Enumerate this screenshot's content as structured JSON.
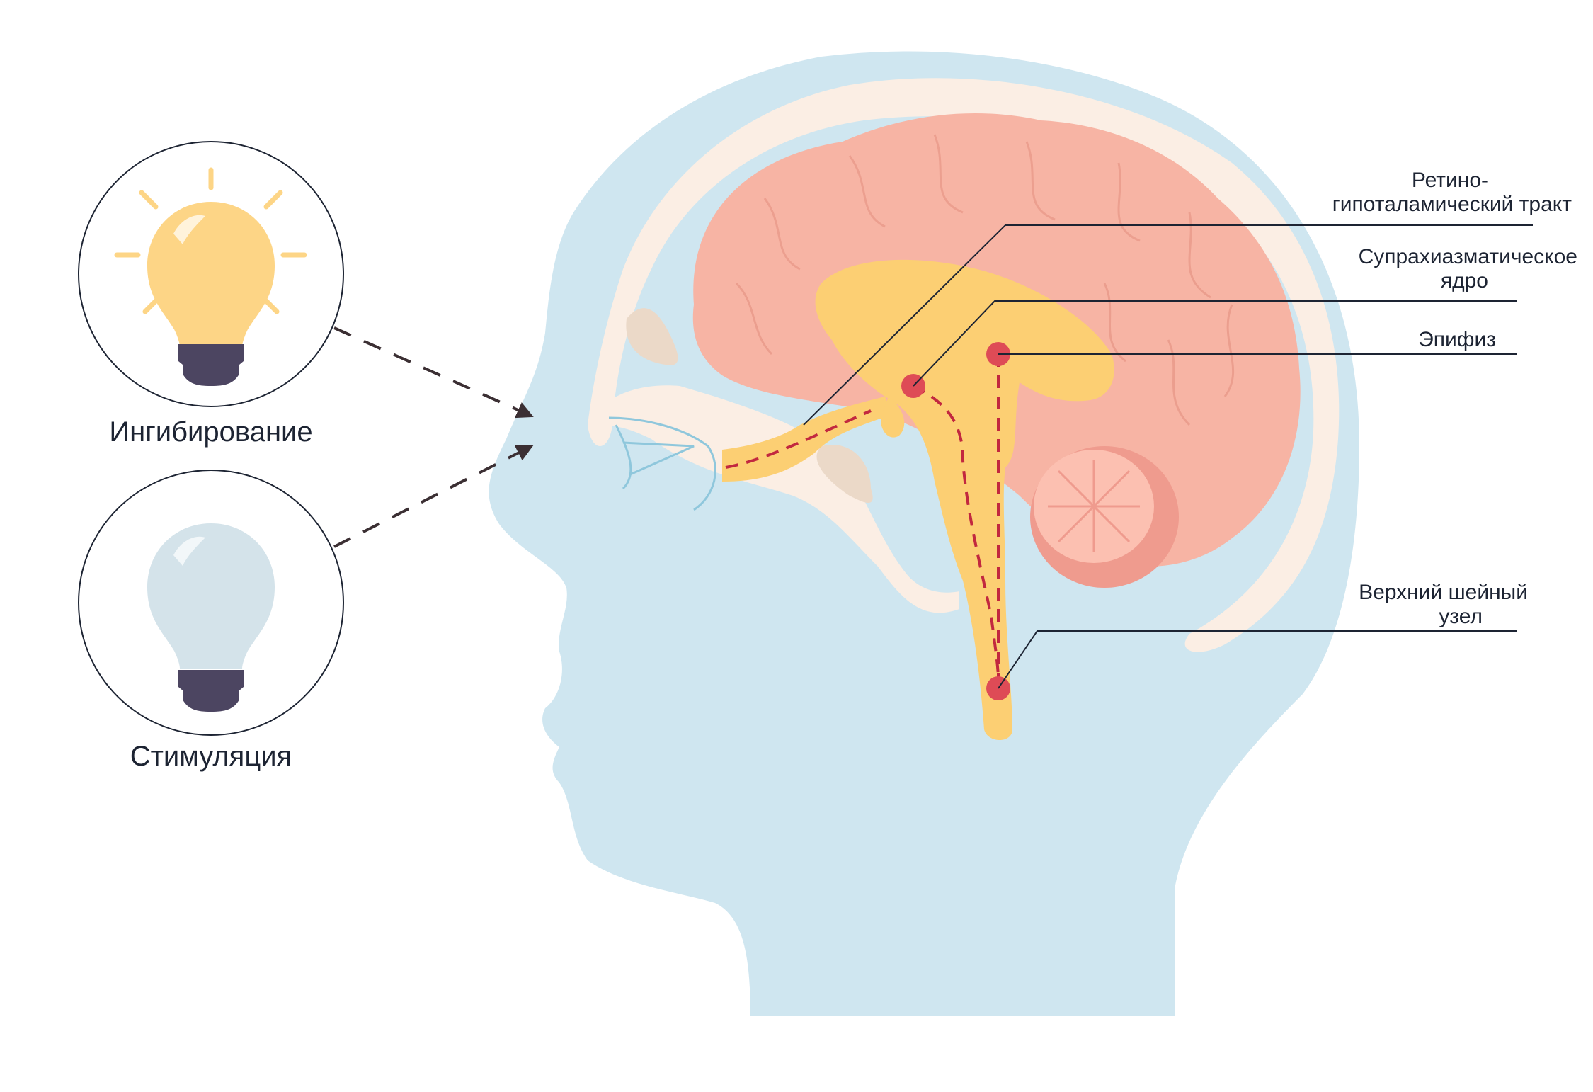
{
  "bulbs": {
    "inhibition": {
      "label": "Ингибирование",
      "icon": "lit-bulb-icon",
      "color": "#fdd586"
    },
    "stimulation": {
      "label": "Стимуляция",
      "icon": "unlit-bulb-icon",
      "color": "#d4e3ea"
    }
  },
  "anatomy": {
    "retino_tract": {
      "line1": "Ретино-",
      "line2": "гипоталамический тракт"
    },
    "scn": {
      "line1": "Супрахиазматическое",
      "line2": "ядро"
    },
    "pineal": {
      "line1": "Эпифиз"
    },
    "sup_cervical": {
      "line1": "Верхний шейный",
      "line2": "узел"
    }
  },
  "colors": {
    "head": "#cfe6f0",
    "skull": "#fbeee4",
    "brain": "#f7b4a4",
    "pathway": "#fccf73",
    "nucleus": "#de4b56",
    "dashed_path": "#c2283f",
    "bulb_base": "#4c4561"
  }
}
